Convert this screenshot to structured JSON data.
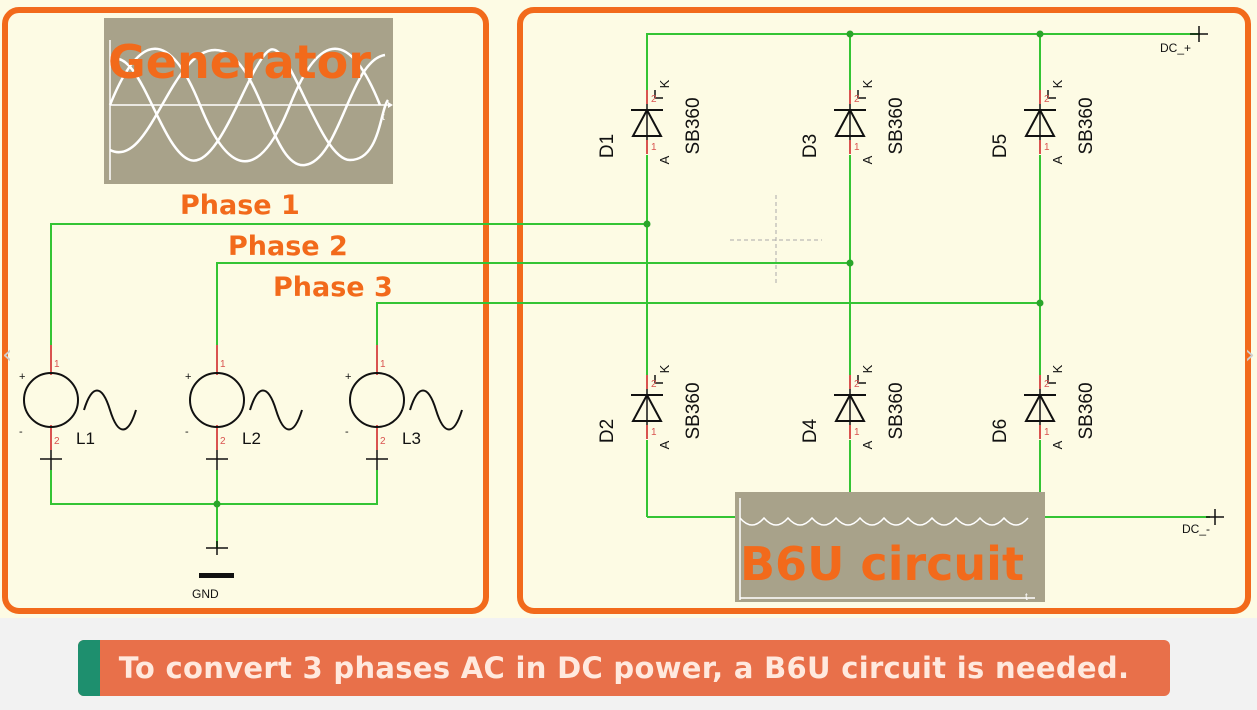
{
  "generator": {
    "title": "Generator",
    "axis_t": "t",
    "phase_labels": [
      "Phase 1",
      "Phase 2",
      "Phase 3"
    ],
    "sources": [
      {
        "name": "L1",
        "plus": "+",
        "minus": "-",
        "pin_top": "1",
        "pin_bottom": "2"
      },
      {
        "name": "L2",
        "plus": "+",
        "minus": "-",
        "pin_top": "1",
        "pin_bottom": "2"
      },
      {
        "name": "L3",
        "plus": "+",
        "minus": "-",
        "pin_top": "1",
        "pin_bottom": "2"
      }
    ],
    "ground_label": "GND"
  },
  "rectifier": {
    "title": "B6U circuit",
    "axis_t": "t",
    "diodes": [
      {
        "ref": "D1",
        "part": "SB360",
        "anode": "A",
        "cathode": "K",
        "pin_top": "2",
        "pin_bottom": "1"
      },
      {
        "ref": "D3",
        "part": "SB360",
        "anode": "A",
        "cathode": "K",
        "pin_top": "2",
        "pin_bottom": "1"
      },
      {
        "ref": "D5",
        "part": "SB360",
        "anode": "A",
        "cathode": "K",
        "pin_top": "2",
        "pin_bottom": "1"
      },
      {
        "ref": "D2",
        "part": "SB360",
        "anode": "A",
        "cathode": "K",
        "pin_top": "2",
        "pin_bottom": "1"
      },
      {
        "ref": "D4",
        "part": "SB360",
        "anode": "A",
        "cathode": "K",
        "pin_top": "2",
        "pin_bottom": "1"
      },
      {
        "ref": "D6",
        "part": "SB360",
        "anode": "A",
        "cathode": "K",
        "pin_top": "2",
        "pin_bottom": "1"
      }
    ],
    "dc_plus": "DC_+",
    "dc_minus": "DC_-"
  },
  "caption": "To convert 3 phases AC in DC power, a B6U circuit is needed.",
  "nav": {
    "prev": "‹",
    "next": "›"
  },
  "colors": {
    "accent": "#f26a1b",
    "wire": "#34c434",
    "pin": "#d9534f",
    "caption_bg": "#e8704a",
    "caption_stripe": "#1e8f6e"
  }
}
